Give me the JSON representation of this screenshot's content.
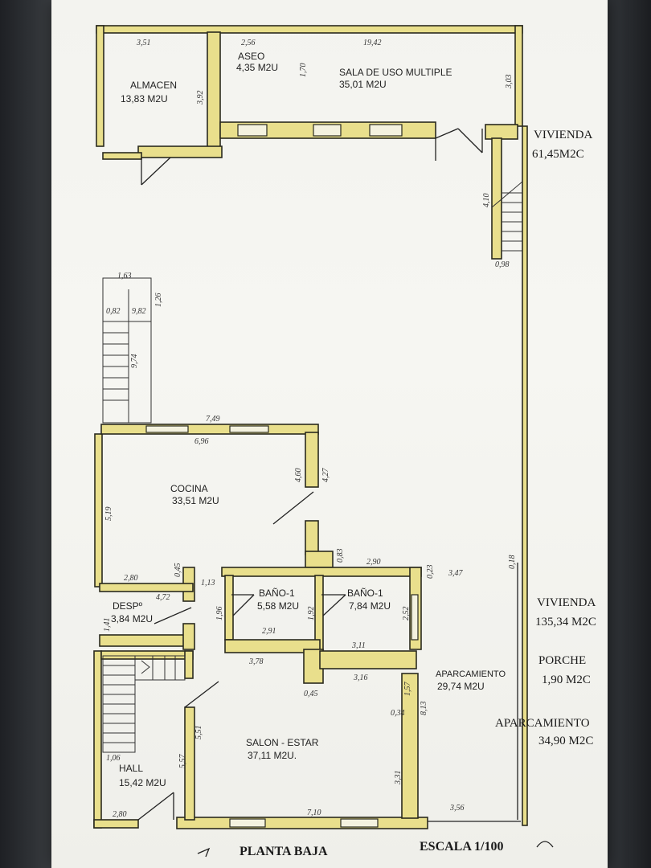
{
  "rooms": {
    "almacen": {
      "name": "ALMACEN",
      "area": "13,83 M2U"
    },
    "aseo": {
      "name": "ASEO",
      "area": "4,35 M2U"
    },
    "sala": {
      "name": "SALA DE USO MULTIPLE",
      "area": "35,01 M2U"
    },
    "cocina": {
      "name": "COCINA",
      "area": "33,51 M2U"
    },
    "desp": {
      "name": "DESPº",
      "area": "3,84 M2U"
    },
    "bano1": {
      "name": "BAÑO-1",
      "area": "5,58 M2U"
    },
    "bano2": {
      "name": "BAÑO-1",
      "area": "7,84 M2U"
    },
    "aparc_int": {
      "name": "APARCAMIENTO",
      "area": "29,74 M2U"
    },
    "salon": {
      "name": "SALON - ESTAR",
      "area": "37,11 M2U."
    },
    "hall": {
      "name": "HALL",
      "area": "15,42 M2U"
    }
  },
  "side_labels": {
    "vivienda1": {
      "name": "VIVIENDA",
      "area": "61,45M2C"
    },
    "vivienda2": {
      "name": "VIVIENDA",
      "area": "135,34 M2C"
    },
    "porche": {
      "name": "PORCHE",
      "area": "1,90 M2C"
    },
    "aparcamiento": {
      "name": "APARCAMIENTO",
      "area": "34,90 M2C"
    }
  },
  "dimensions": {
    "d1": "3,51",
    "d2": "2,56",
    "d3": "19,42",
    "d4": "3,92",
    "d5": "1,70",
    "d6": "3,03",
    "d7": "4,10",
    "d8": "0,98",
    "d9": "1,63",
    "d10": "0,82",
    "d11": "9,82",
    "d12": "1,26",
    "d13": "9,74",
    "d14": "7,49",
    "d15": "6,96",
    "d16": "5,19",
    "d17": "4,60",
    "d18": "4,27",
    "d19": "0,83",
    "d20": "2,90",
    "d21": "0,23",
    "d22": "3,47",
    "d23": "0,18",
    "d24": "2,80",
    "d25": "0,45",
    "d26": "4,72",
    "d27": "1,13",
    "d28": "1,41",
    "d29": "1,96",
    "d30": "1,92",
    "d31": "2,52",
    "d32": "2,91",
    "d33": "3,11",
    "d34": "3,78",
    "d35": "3,16",
    "d36": "0,45",
    "d37": "1,57",
    "d38": "0,34",
    "d39": "8,13",
    "d40": "5,51",
    "d41": "5,57",
    "d42": "3,31",
    "d43": "1,06",
    "d44": "2,80",
    "d45": "7,10",
    "d46": "3,56"
  },
  "footer": {
    "title": "PLANTA BAJA",
    "scale": "ESCALA 1/100"
  },
  "colors": {
    "wall": "#e9df8c",
    "paper": "#f4f4f0",
    "background": "#26292d"
  }
}
